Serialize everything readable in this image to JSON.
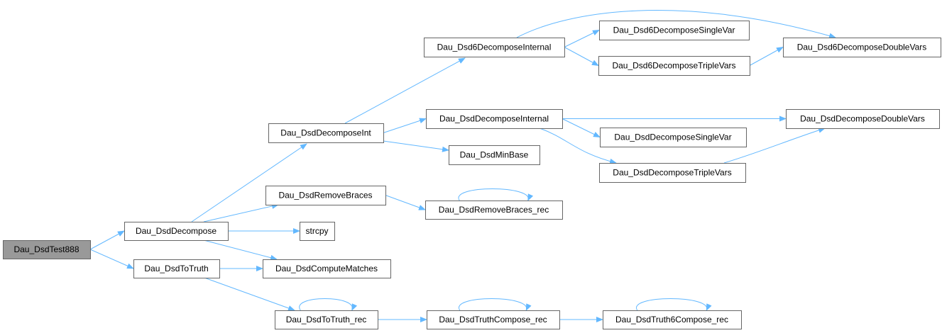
{
  "graph": {
    "type": "call-graph",
    "root": "Dau_DsdTest888",
    "colors": {
      "edge": "#63b8ff",
      "root_fill": "#999999",
      "node_fill": "#ffffff",
      "border": "#666666"
    },
    "nodes": [
      {
        "id": "test888",
        "label": "Dau_DsdTest888"
      },
      {
        "id": "decompose",
        "label": "Dau_DsdDecompose"
      },
      {
        "id": "totruth",
        "label": "Dau_DsdToTruth"
      },
      {
        "id": "decomposeint",
        "label": "Dau_DsdDecomposeInt"
      },
      {
        "id": "removebraces",
        "label": "Dau_DsdRemoveBraces"
      },
      {
        "id": "strcpy",
        "label": "strcpy"
      },
      {
        "id": "computematches",
        "label": "Dau_DsdComputeMatches"
      },
      {
        "id": "totruthrec",
        "label": "Dau_DsdToTruth_rec"
      },
      {
        "id": "d6internal",
        "label": "Dau_Dsd6DecomposeInternal"
      },
      {
        "id": "dinternal",
        "label": "Dau_DsdDecomposeInternal"
      },
      {
        "id": "minbase",
        "label": "Dau_DsdMinBase"
      },
      {
        "id": "removebracesrec",
        "label": "Dau_DsdRemoveBraces_rec"
      },
      {
        "id": "d6single",
        "label": "Dau_Dsd6DecomposeSingleVar"
      },
      {
        "id": "d6triple",
        "label": "Dau_Dsd6DecomposeTripleVars"
      },
      {
        "id": "d6double",
        "label": "Dau_Dsd6DecomposeDoubleVars"
      },
      {
        "id": "ddouble",
        "label": "Dau_DsdDecomposeDoubleVars"
      },
      {
        "id": "dsingle",
        "label": "Dau_DsdDecomposeSingleVar"
      },
      {
        "id": "dtriple",
        "label": "Dau_DsdDecomposeTripleVars"
      },
      {
        "id": "truthcomposerec",
        "label": "Dau_DsdTruthCompose_rec"
      },
      {
        "id": "truth6composerec",
        "label": "Dau_DsdTruth6Compose_rec"
      }
    ],
    "edges": [
      [
        "test888",
        "decompose"
      ],
      [
        "test888",
        "totruth"
      ],
      [
        "decompose",
        "decomposeint"
      ],
      [
        "decompose",
        "removebraces"
      ],
      [
        "decompose",
        "strcpy"
      ],
      [
        "decompose",
        "computematches"
      ],
      [
        "totruth",
        "computematches"
      ],
      [
        "totruth",
        "totruthrec"
      ],
      [
        "decomposeint",
        "d6internal"
      ],
      [
        "decomposeint",
        "dinternal"
      ],
      [
        "decomposeint",
        "minbase"
      ],
      [
        "removebraces",
        "removebracesrec"
      ],
      [
        "removebracesrec",
        "removebracesrec"
      ],
      [
        "d6internal",
        "d6single"
      ],
      [
        "d6internal",
        "d6triple"
      ],
      [
        "d6internal",
        "d6double"
      ],
      [
        "d6triple",
        "d6double"
      ],
      [
        "dinternal",
        "ddouble"
      ],
      [
        "dinternal",
        "dsingle"
      ],
      [
        "dinternal",
        "dtriple"
      ],
      [
        "dtriple",
        "ddouble"
      ],
      [
        "totruthrec",
        "totruthrec"
      ],
      [
        "totruthrec",
        "truthcomposerec"
      ],
      [
        "truthcomposerec",
        "truthcomposerec"
      ],
      [
        "truthcomposerec",
        "truth6composerec"
      ],
      [
        "truth6composerec",
        "truth6composerec"
      ]
    ]
  }
}
